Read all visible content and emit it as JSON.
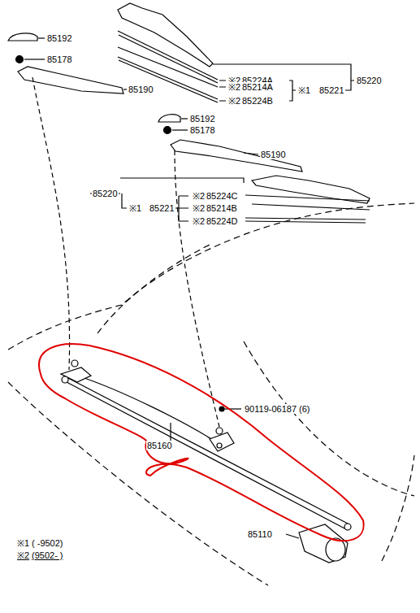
{
  "diagram": {
    "labels": [
      "85192",
      "85178",
      "85190",
      "※2",
      "85224A",
      "※2",
      "85214A",
      "※1",
      "85221",
      "85220",
      "※2",
      "85224B",
      "85192",
      "85178",
      "85190",
      "85220",
      "※1",
      "85221",
      "※2",
      "85224C",
      "※2",
      "85214B",
      "※2",
      "85224D",
      "90119-06187 (6)",
      "85160",
      "85110",
      "※1",
      "( -9502)",
      "※2",
      "(9502- )"
    ]
  }
}
